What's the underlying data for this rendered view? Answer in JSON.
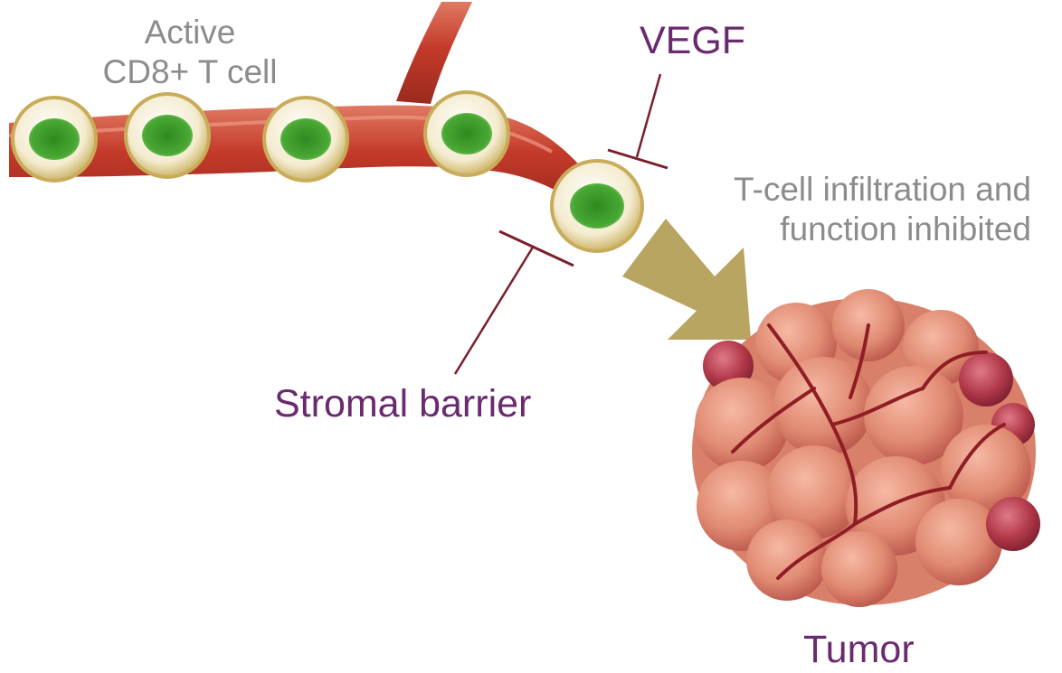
{
  "labels": {
    "t_cell_line1": "Active",
    "t_cell_line2": "CD8+ T cell",
    "vegf": "VEGF",
    "infiltration_line1": "T-cell infiltration and",
    "infiltration_line2": "function inhibited",
    "stromal_barrier": "Stromal barrier",
    "tumor": "Tumor"
  },
  "colors": {
    "vessel": "#c43a2a",
    "vessel_highlight": "#e06a55",
    "t_cell_shell": "#e8d9a6",
    "t_cell_nucleus": "#3a9a2a",
    "arrow": "#b8a561",
    "inhibitor_line": "#7a1f2a",
    "tumor_base": "#d8765e",
    "tumor_vein": "#8e1e24",
    "label_grey": "#8c8c8c",
    "label_purple": "#6a2a6e"
  }
}
